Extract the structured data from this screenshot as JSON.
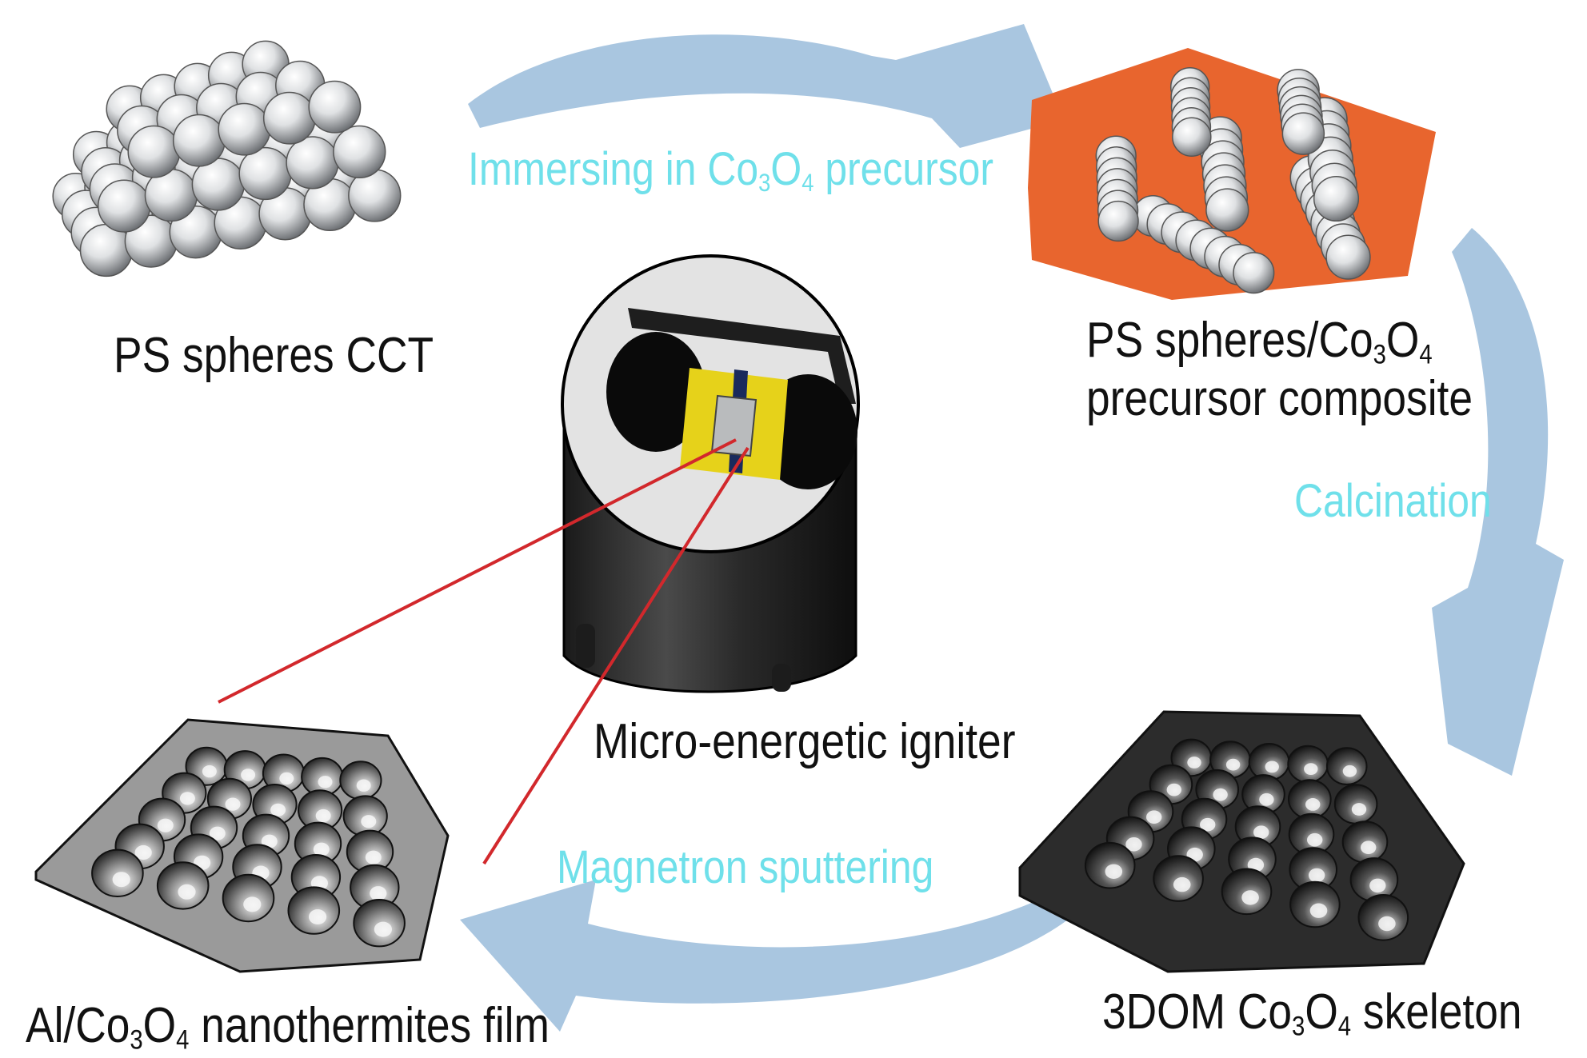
{
  "colors": {
    "arrow": "#a9c6e0",
    "process_text": "#6fe0ea",
    "label_text": "#111111",
    "precursor": "#e8652e",
    "igniter_body": "#2b2b2b",
    "chip": "#e6d21a",
    "fiber_line": "#d2282c"
  },
  "labels": {
    "ps_spheres": "PS spheres CCT",
    "composite": {
      "a": "PS spheres/Co",
      "b": "3",
      "c": "O",
      "d": "4",
      "e": "precursor composite"
    },
    "skeleton": {
      "a": "3DOM Co",
      "b": "3",
      "c": "O",
      "d": "4",
      "e": " skeleton"
    },
    "film": {
      "a": "Al/Co",
      "b": "3",
      "c": "O",
      "d": "4",
      "e": " nanothermites film"
    },
    "igniter": "Micro-energetic igniter"
  },
  "steps": {
    "immersing": {
      "a": "Immersing in Co",
      "b": "3",
      "c": "O",
      "d": "4",
      "e": " precursor"
    },
    "calcination": "Calcination",
    "sputtering": "Magnetron sputtering"
  },
  "icons": [
    "ps-sphere-stack-icon",
    "composite-stack-icon",
    "3dom-skeleton-icon",
    "nanothermite-film-icon",
    "igniter-icon"
  ]
}
